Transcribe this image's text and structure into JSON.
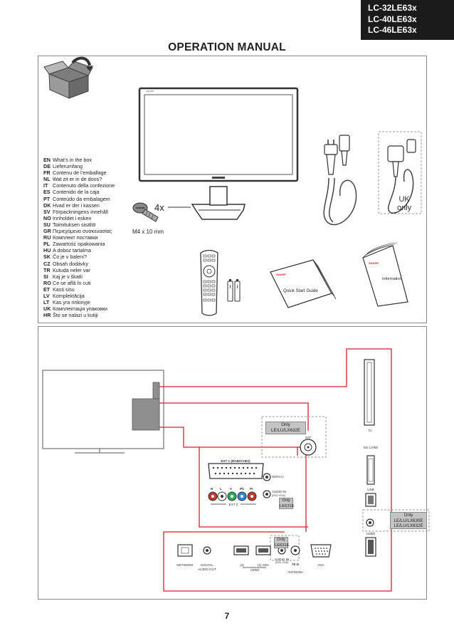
{
  "header": {
    "models": [
      "LC-32LE63x",
      "LC-40LE63x",
      "LC-46LE63x"
    ],
    "title": "OPERATION MANUAL"
  },
  "contents": {
    "languages": [
      {
        "code": "EN",
        "text": "What’s in the box"
      },
      {
        "code": "DE",
        "text": "Lieferumfang"
      },
      {
        "code": "FR",
        "text": "Contenu de l’emballage"
      },
      {
        "code": "NL",
        "text": "Wat zit er in de doos?"
      },
      {
        "code": "IT",
        "text": "Contenuto della confezione"
      },
      {
        "code": "ES",
        "text": "Contenido de la caja"
      },
      {
        "code": "PT",
        "text": "Conteúdo da embalagem"
      },
      {
        "code": "DK",
        "text": "Hvad er der i kassen"
      },
      {
        "code": "SV",
        "text": "Förpackningens innehåll"
      },
      {
        "code": "NO",
        "text": "Innholdet i esken"
      },
      {
        "code": "SU",
        "text": "Toimituksen sisältö"
      },
      {
        "code": "GR",
        "text": "Περιεχόμενα συσκευασίας"
      },
      {
        "code": "RU",
        "text": "Комплект поставки"
      },
      {
        "code": "PL",
        "text": "Zawartość opakowania"
      },
      {
        "code": "HU",
        "text": "A doboz tartalma"
      },
      {
        "code": "SK",
        "text": "Čo je v balení?"
      },
      {
        "code": "CZ",
        "text": "Obsah dodávky"
      },
      {
        "code": "TR",
        "text": "Kutuda neler var"
      },
      {
        "code": "SI",
        "text": "Kaj je v škatli"
      },
      {
        "code": "RO",
        "text": "Ce se află în cuti"
      },
      {
        "code": "ET",
        "text": "Kasti sisu"
      },
      {
        "code": "LV",
        "text": "Komplektācija"
      },
      {
        "code": "LT",
        "text": "Kas yra rinkinyje"
      },
      {
        "code": "UK",
        "text": "Комплектація упаковки"
      },
      {
        "code": "HR",
        "text": "Što se nalazi u kutiji"
      }
    ],
    "screw_qty": "4x",
    "screw_size": "M4 x 10 mm",
    "uk_only_line1": "UK",
    "uk_only_line2": "only",
    "qsg_label": "Quick Start Guide",
    "info_label": "Information",
    "brand": "SHARP",
    "tv_brand_small": "AQUOS"
  },
  "connections": {
    "ext1_label": "EXT 1 (RGB/CVBS)",
    "servu_label": "SERV.U",
    "audio_in_label": "AUDIO IN",
    "audio_in_sub": "(DVI/ VGA)",
    "ext2_letters": [
      "R",
      "L",
      "Y",
      "Pb",
      "Pr"
    ],
    "ext2_label": "EXT 2",
    "sat_label": "SAT",
    "only_sat": "Only LE/LU/LX632E",
    "only_audio": "Only LE631E",
    "only_headphone": "Only LE/LU/LX630E LE/LU/LX632E",
    "only_bottom_audio": "Only LE631E",
    "ci_label": "CI",
    "sd_label": "SD CARD",
    "usb_label": "USB",
    "hdmi_side_label": "HDMI",
    "network_label": "NETWORK",
    "digital_audio_label": "DIGITAL AUDIO OUT",
    "hdmi2_label": "(2)",
    "hdmi1_label": "(1) ARC",
    "hdmi_group_label": "HDMI",
    "audio_in_bottom": "AUDIO IN",
    "audio_in_bottom_sub": "(DVI/ VGA)",
    "antenna_ohm": "75 Ω",
    "antenna_label": "ANTENNA",
    "vga_label": "VGA"
  },
  "footer": {
    "page_number": "7"
  },
  "colors": {
    "connector_line": "#d81e2c",
    "only_box": "#c4c4c4",
    "header_bg": "#1b1b1b"
  }
}
